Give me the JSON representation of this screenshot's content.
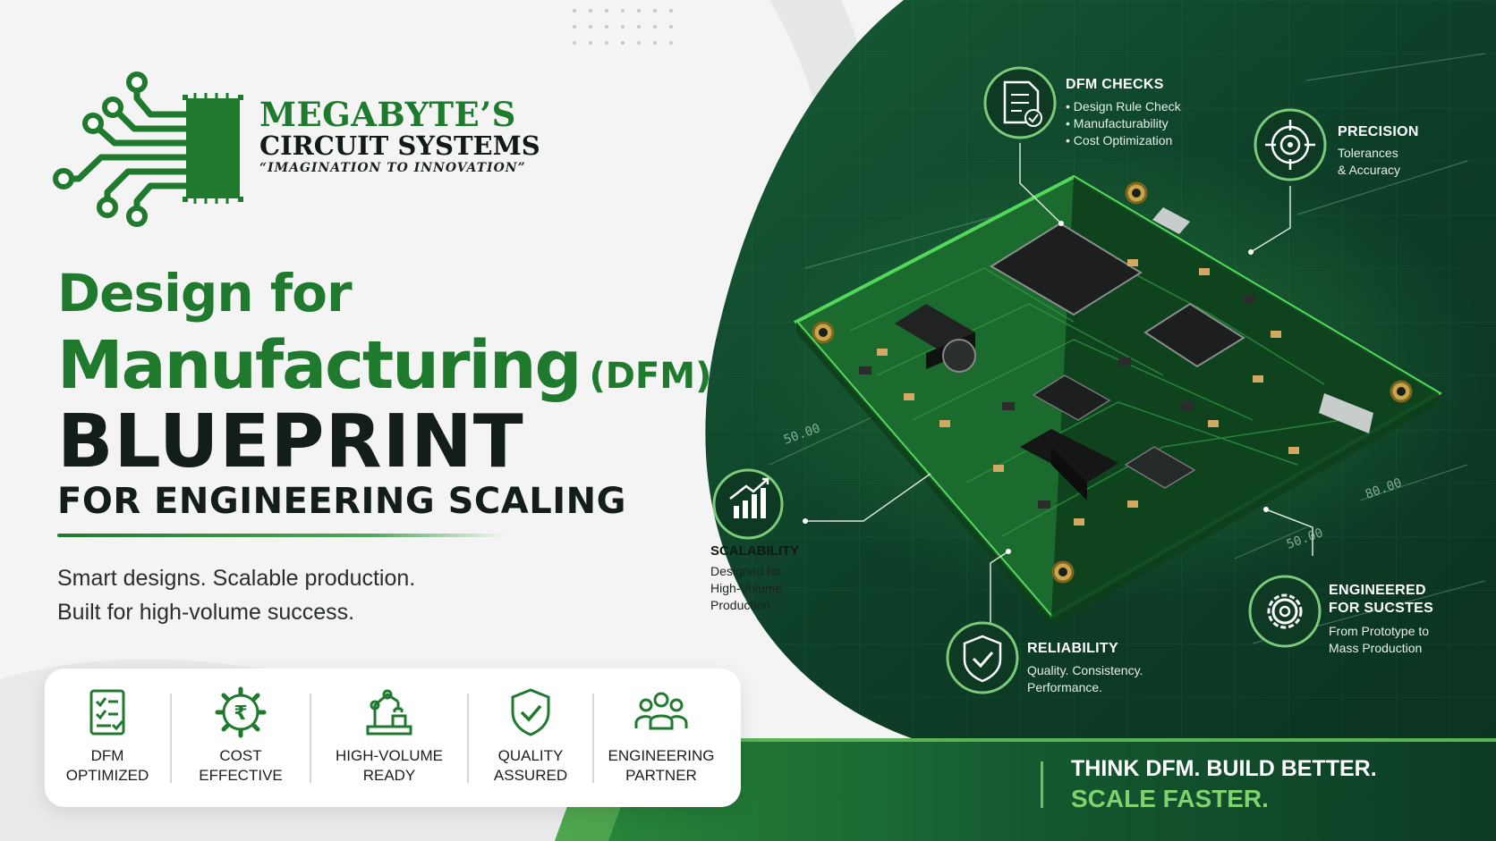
{
  "brand": {
    "name": "MEGABYTE’S",
    "subtitle": "CIRCUIT SYSTEMS",
    "tagline": "“IMAGINATION TO INNOVATION”"
  },
  "headline": {
    "line1": "Design for",
    "line2_main": "Manufacturing",
    "line2_suffix": "(DFM)",
    "line3": "BLUEPRINT",
    "line4": "FOR ENGINEERING SCALING"
  },
  "tagline": {
    "line1": "Smart designs. Scalable production.",
    "line2": "Built for high-volume success."
  },
  "features": [
    {
      "icon": "checklist-icon",
      "line1": "DFM",
      "line2": "OPTIMIZED"
    },
    {
      "icon": "rupee-gear-icon",
      "line1": "COST",
      "line2": "EFFECTIVE"
    },
    {
      "icon": "robot-arm-icon",
      "line1": "HIGH-VOLUME",
      "line2": "READY"
    },
    {
      "icon": "shield-check-icon",
      "line1": "QUALITY",
      "line2": "ASSURED"
    },
    {
      "icon": "team-icon",
      "line1": "ENGINEERING",
      "line2": "PARTNER"
    }
  ],
  "callouts": {
    "dfm_checks": {
      "title": "DFM CHECKS",
      "items": [
        "• Design Rule Check",
        "• Manufacturability",
        "• Cost Optimization"
      ],
      "icon": "document-check-icon"
    },
    "precision": {
      "title": "PRECISION",
      "items": [
        "Tolerances",
        "& Accuracy"
      ],
      "icon": "crosshair-icon"
    },
    "scalability": {
      "title": "SCALABILITY",
      "items": [
        "Designed for",
        "High-Volume",
        "Production"
      ],
      "icon": "growth-chart-icon"
    },
    "reliability": {
      "title": "RELIABILITY",
      "items": [
        "Quality. Consistency.",
        "Performance."
      ],
      "icon": "shield-check-icon"
    },
    "engineered": {
      "title1": "ENGINEERED",
      "title2": "FOR SUCSTES",
      "items": [
        "From Prototype to",
        "Mass Production"
      ],
      "icon": "gear-icon"
    }
  },
  "blueprint_marks": [
    "50.00",
    "80.00",
    "50.00"
  ],
  "cta": {
    "line1": "THINK DFM. BUILD BETTER.",
    "line2": "SCALE FASTER."
  },
  "colors": {
    "brand_green": "#1f7a2e",
    "dark_green": "#0f3a25",
    "accent_green": "#7ed36f",
    "ink": "#141e19"
  }
}
